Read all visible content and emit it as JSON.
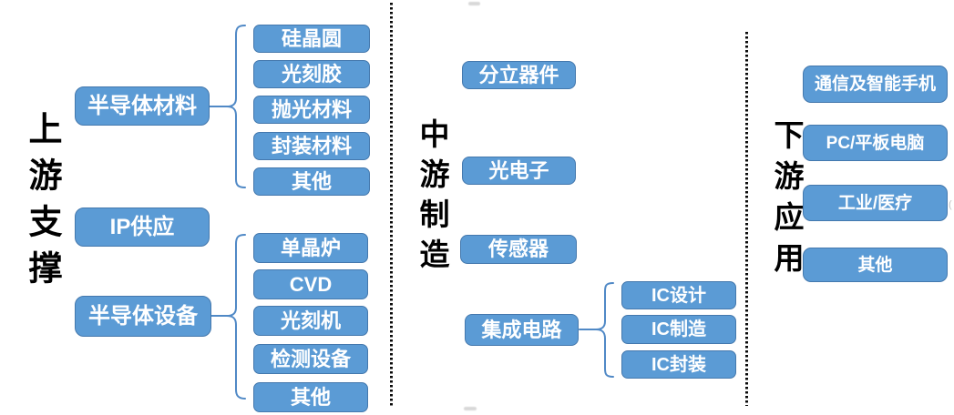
{
  "upstream": {
    "title": "上游支撑",
    "materials": {
      "label": "半导体材料",
      "children": [
        "硅晶圆",
        "光刻胶",
        "抛光材料",
        "封装材料",
        "其他"
      ]
    },
    "ip": {
      "label": "IP供应"
    },
    "equipment": {
      "label": "半导体设备",
      "children": [
        "单晶炉",
        "CVD",
        "光刻机",
        "检测设备",
        "其他"
      ]
    }
  },
  "midstream": {
    "title": "中游制造",
    "standalone": [
      "分立器件",
      "光电子",
      "传感器"
    ],
    "ic": {
      "label": "集成电路",
      "children": [
        "IC设计",
        "IC制造",
        "IC封装"
      ]
    }
  },
  "downstream": {
    "title": "下游应用",
    "applications": [
      "通信及智能手机",
      "PC/平板电脑",
      "工业/医疗",
      "其他"
    ]
  },
  "colors": {
    "box_fill": "#5b9bd5",
    "box_border": "#4478ad",
    "box_text": "#ffffff",
    "connector": "#5089c6",
    "divider": "#0a0a0a",
    "title_text": "#000000",
    "background": "#ffffff"
  }
}
